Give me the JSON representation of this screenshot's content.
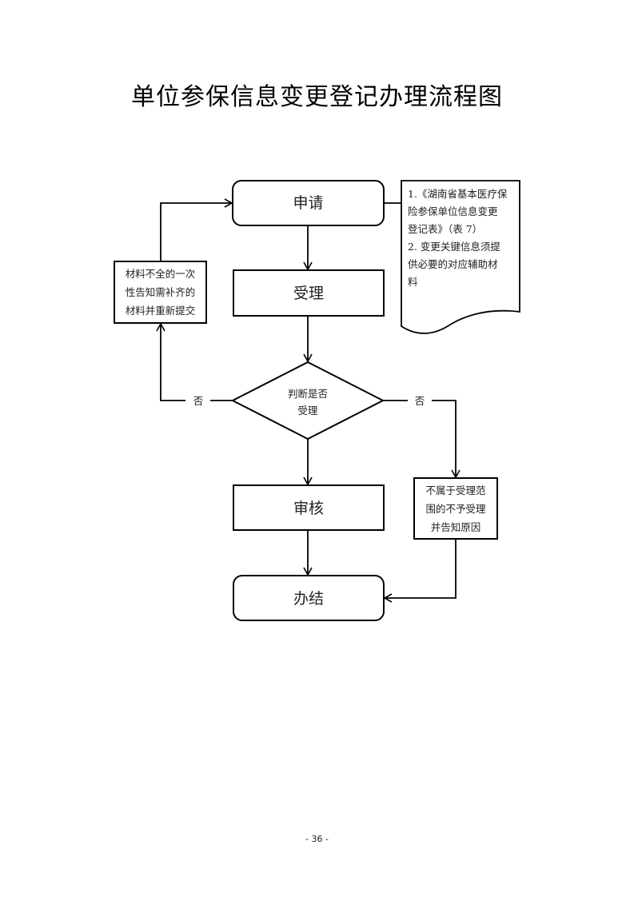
{
  "title": "单位参保信息变更登记办理流程图",
  "nodes": {
    "apply": "申请",
    "accept": "受理",
    "decision": [
      "判断是否",
      "受理"
    ],
    "review": "审核",
    "complete": "办结",
    "resubmit": [
      "材料不全的一次",
      "性告知需补齐的",
      "材料并重新提交"
    ],
    "reject": [
      "不属于受理范",
      "围的不予受理",
      "并告知原因"
    ],
    "documents": [
      "1.《湖南省基本医疗保",
      "险参保单位信息变更",
      "登记表》（表 7）",
      "2. 变更关键信息须提",
      "供必要的对应辅助材",
      "料"
    ]
  },
  "edges": {
    "left_no": "否",
    "right_no": "否"
  },
  "footer": {
    "page_number": "- 36 -"
  }
}
